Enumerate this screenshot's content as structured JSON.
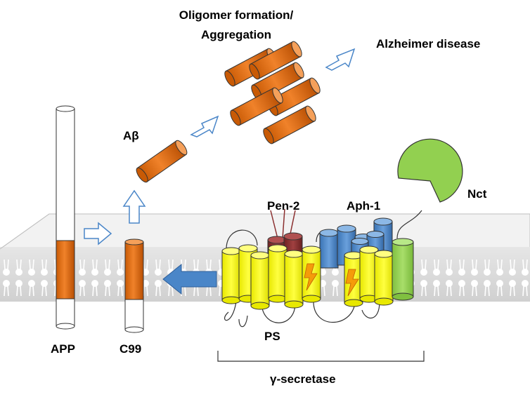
{
  "labels": {
    "oligomer_line1": "Oligomer formation/",
    "oligomer_line2": "Aggregation",
    "alzheimer": "Alzheimer disease",
    "abeta": "Aβ",
    "pen2": "Pen-2",
    "aph1": "Aph-1",
    "nct": "Nct",
    "ps": "PS",
    "app": "APP",
    "c99": "C99",
    "gamma_secretase": "γ-secretase"
  },
  "colors": {
    "abeta_orange": "#e36c0a",
    "ps_yellow": "#ffff00",
    "pen2_red": "#8b2f2f",
    "aph1_blue": "#4a86c8",
    "nct_green": "#92d050",
    "arrow_blue": "#4a86c8",
    "membrane_gray": "#d9d9d9"
  }
}
